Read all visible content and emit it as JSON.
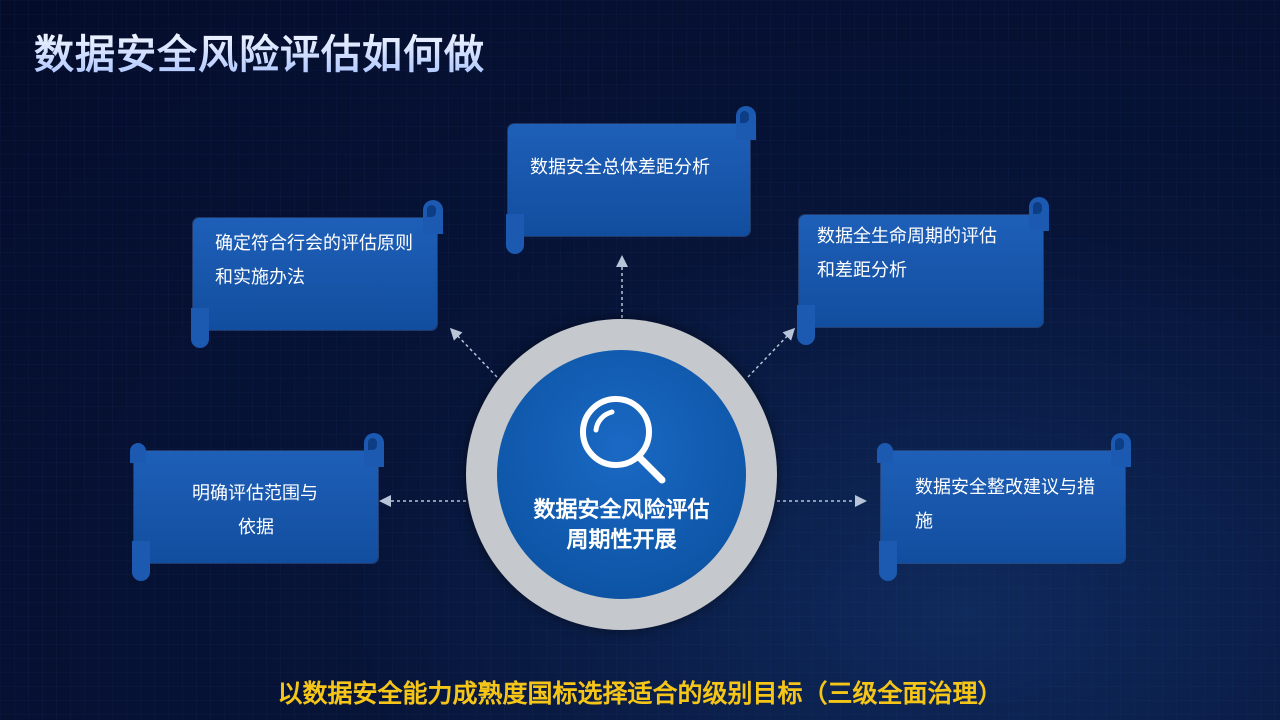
{
  "slide": {
    "title": "数据安全风险评估如何做",
    "center": {
      "line1": "数据安全风险评估",
      "line2": "周期性开展",
      "icon": "search-icon"
    },
    "items": {
      "top": {
        "line1": "数据安全总体差距分析"
      },
      "top_left": {
        "line1": "确定符合行会的评估原则",
        "line2": "和实施办法"
      },
      "top_right": {
        "line1": "数据全生命周期的评估",
        "line2": "和差距分析"
      },
      "left": {
        "line1": "明确评估范围与",
        "line2": "依据"
      },
      "right": {
        "line1": "数据安全整改建议与措",
        "line2": "施"
      }
    },
    "footer": "以数据安全能力成熟度国标选择适合的级别目标（三级全面治理）"
  },
  "colors": {
    "background": "#071438",
    "scroll": "#1e5fb8",
    "center_ring": "#c5c8cd",
    "center_fill": "#0e56a8",
    "footer_text": "#f5c518"
  }
}
